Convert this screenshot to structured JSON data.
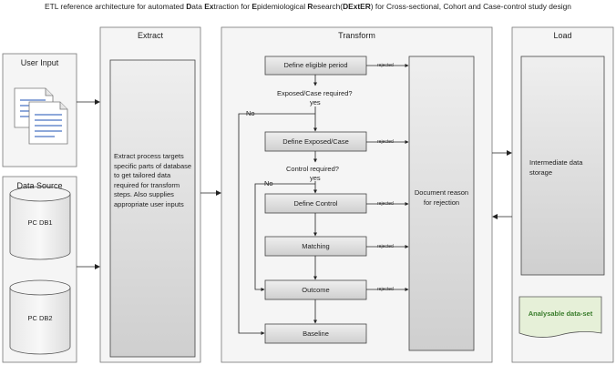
{
  "title": {
    "p1": "ETL reference architecture for automated ",
    "b1": "D",
    "p2": "ata ",
    "b2": "Ex",
    "p3": "traction for ",
    "b3": "E",
    "p4": "pidemiological ",
    "b4": "R",
    "p5": "esearch(",
    "b5": "DExtER",
    "p6": ") for Cross-sectional, Cohort and Case-control study design"
  },
  "panels": {
    "user_input": "User Input",
    "data_source": "Data Source",
    "extract": "Extract",
    "transform": "Transform",
    "load": "Load"
  },
  "databases": [
    "PC DB1",
    "PC DB2"
  ],
  "extract_text": "Extract process targets specific parts of database to get tailored data required for transform steps. Also supplies appropriate user inputs",
  "steps": {
    "eligible": "Define eligible period",
    "exposed": "Define Exposed/Case",
    "control": "Define Control",
    "matching": "Matching",
    "outcome": "Outcome",
    "baseline": "Baseline"
  },
  "questions": {
    "q1": "Exposed/Case required?",
    "q2": "Control required?"
  },
  "answers": {
    "yes": "yes",
    "no": "No"
  },
  "rejected_label": "rejected",
  "document_text": "Document reason for rejection",
  "storage_text": "Intermediate data storage",
  "analysable_text": "Analysable data-set",
  "colors": {
    "green_box": "#e6f0d8",
    "green_text": "#3a7d2c",
    "box_fill": "#d9d9d9",
    "panel_fill": "#f5f5f5"
  }
}
